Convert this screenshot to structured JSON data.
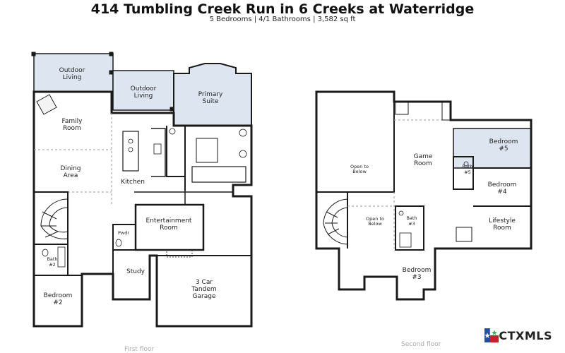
{
  "header": {
    "title": "414 Tumbling Creek Run in 6 Creeks at Waterridge",
    "subtitle": "5 Bedrooms | 4/1 Bathrooms | 3,582 sq ft"
  },
  "first_floor": {
    "caption": "First floor",
    "rooms": {
      "outdoor_living_left": [
        "Outdoor",
        "Living"
      ],
      "outdoor_living_mid": [
        "Outdoor",
        "Living"
      ],
      "primary_suite": [
        "Primary",
        "Suite"
      ],
      "family_room": [
        "Family",
        "Room"
      ],
      "dining_area": [
        "Dining",
        "Area"
      ],
      "kitchen": "Kitchen",
      "entertainment_room": [
        "Entertainment",
        "Room"
      ],
      "pwdr": "Pwdr",
      "bath2": [
        "Bath",
        "#2"
      ],
      "study": "Study",
      "garage": [
        "3 Car",
        "Tandem",
        "Garage"
      ],
      "bedroom2": [
        "Bedroom",
        "#2"
      ]
    }
  },
  "second_floor": {
    "caption": "Second floor",
    "rooms": {
      "open_below_1": [
        "Open to",
        "Below"
      ],
      "open_below_2": [
        "Open to",
        "Below"
      ],
      "game_room": [
        "Game",
        "Room"
      ],
      "bedroom5": [
        "Bedroom",
        "#5"
      ],
      "bath5": [
        "Bath",
        "#5"
      ],
      "bedroom4": [
        "Bedroom",
        "#4"
      ],
      "bath3": [
        "Bath",
        "#3"
      ],
      "lifestyle_room": [
        "Lifestyle",
        "Room"
      ],
      "bedroom3": [
        "Bedroom",
        "#3"
      ]
    }
  },
  "logo": {
    "name": "texas-star-icon",
    "text": "CTXMLS"
  },
  "colors": {
    "wall": "#1a1a1a",
    "highlight": "#dde6f0",
    "dash": "#999999"
  }
}
